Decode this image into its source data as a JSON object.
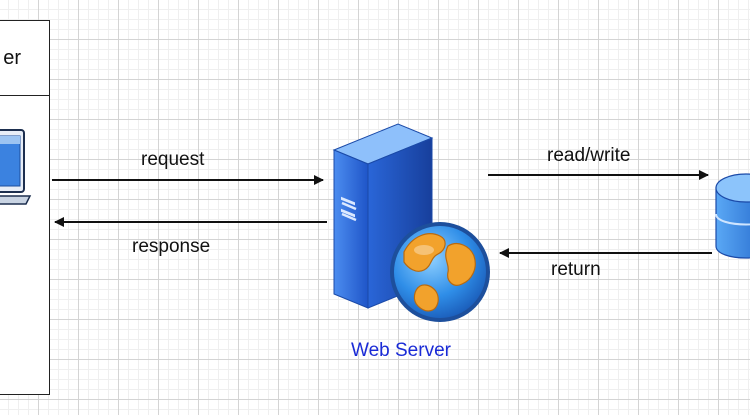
{
  "client": {
    "title": "er"
  },
  "arrows": {
    "request": "request",
    "response": "response",
    "read_write": "read/write",
    "return": "return"
  },
  "server": {
    "label": "Web Server"
  },
  "colors": {
    "server_label": "#1a2bd6",
    "server_body": "#2f6fe0",
    "globe_ocean": "#2f8ee8",
    "globe_land": "#f2a22c",
    "database": "#3a8fe6"
  },
  "icons": [
    "laptop-icon",
    "web-server-icon",
    "globe-icon",
    "database-icon"
  ]
}
